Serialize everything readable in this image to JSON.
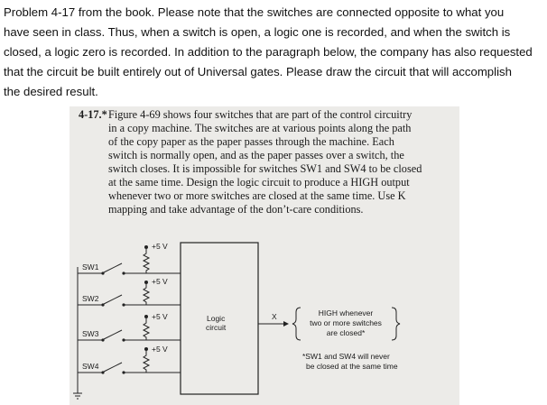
{
  "intro": {
    "lines": [
      "Problem 4-17 from the book. Please note that the switches are connected opposite to what you",
      "have seen in class. Thus, when a switch is open, a logic one is recorded, and when the switch is",
      "closed, a logic zero is recorded. In addition to the paragraph below, the company has also requested",
      "that the circuit be built entirely out of Universal gates. Please draw the circuit that will accomplish",
      "the desired result."
    ]
  },
  "problem": {
    "number": "4-17.*",
    "lines": [
      "Figure 4-69 shows four switches that are part of the control circuitry",
      "in a copy machine. The switches are at various points along the path",
      "of the copy paper as the paper passes through the machine. Each",
      "switch is normally open, and as the paper passes over a switch, the",
      "switch closes. It is impossible for switches SW1 and SW4 to be closed",
      "at the same time. Design the logic circuit to produce a HIGH output",
      "whenever two or more switches are closed at the same time. Use K",
      "mapping and take advantage of the don’t-care conditions."
    ]
  },
  "figure": {
    "supply": "+5 V",
    "switches": [
      "SW1",
      "SW2",
      "SW3",
      "SW4"
    ],
    "box_label_1": "Logic",
    "box_label_2": "circuit",
    "output": "X",
    "brace_line_1": "HIGH whenever",
    "brace_line_2": "two or more switches",
    "brace_line_3": "are closed*",
    "note_line_1": "*SW1 and SW4 will never",
    "note_line_2": "be closed at the same time"
  }
}
